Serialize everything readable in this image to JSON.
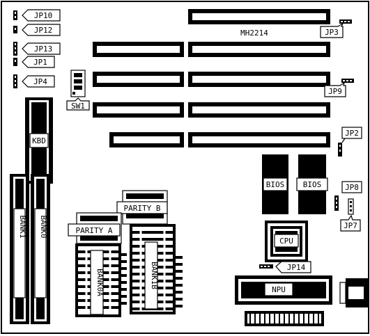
{
  "labels": {
    "jp10": "JP10",
    "jp12": "JP12",
    "jp13": "JP13",
    "jp1": "JP1",
    "jp4": "JP4",
    "sw1": "SW1",
    "kbd": "KBD",
    "mh2214": "MH2214",
    "jp3": "JP3",
    "jp9": "JP9",
    "jp2": "JP2",
    "bios1": "BIOS",
    "bios2": "BIOS",
    "jp8": "JP8",
    "jp7": "JP7",
    "cpu": "CPU",
    "jp14": "JP14",
    "npu": "NPU",
    "parity_b": "PARITY B",
    "parity_a": "PARITY A",
    "bank1": "BANK1",
    "bank0": "BANK0",
    "bank0a": "BANK0A",
    "bank1b": "BANK1B"
  }
}
